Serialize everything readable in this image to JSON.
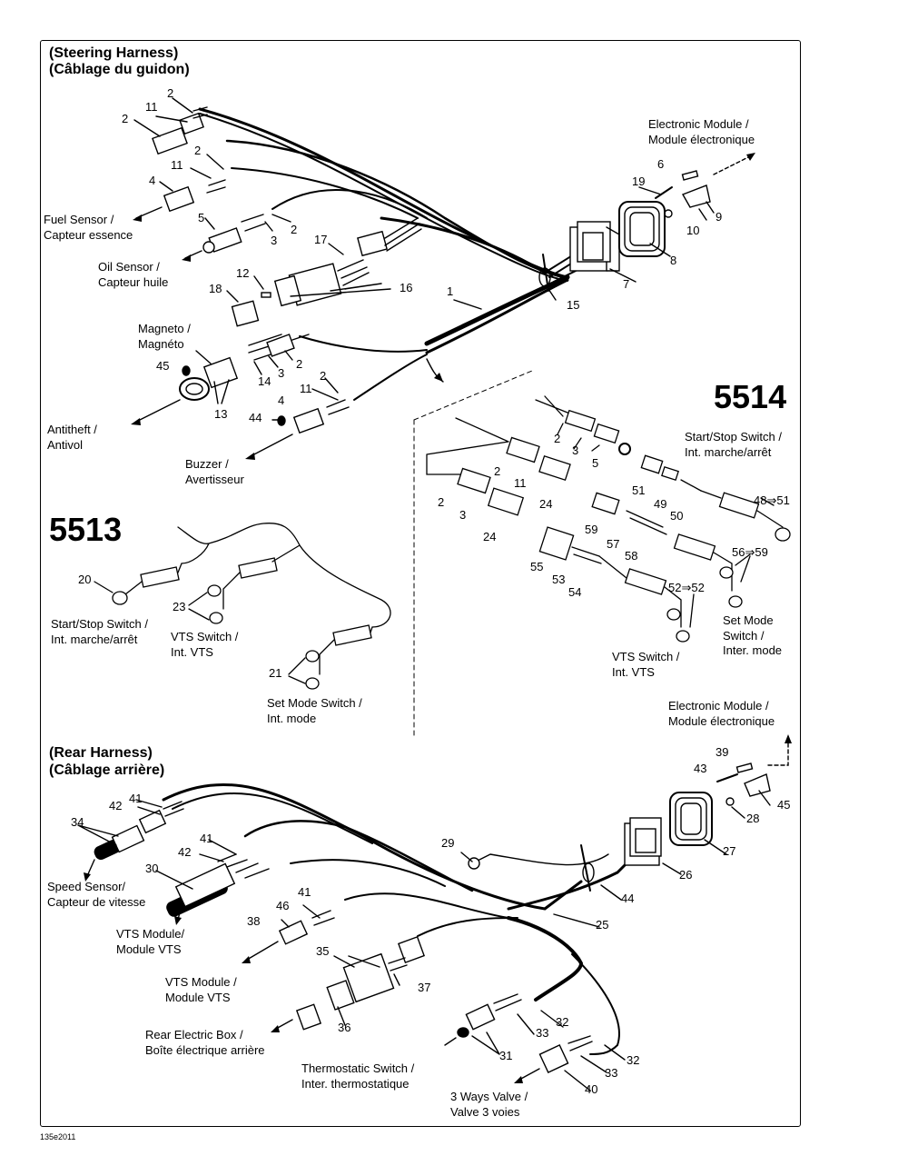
{
  "sections": {
    "steering_title_en": "(Steering Harness)",
    "steering_title_fr": "(Câblage du guidon)",
    "rear_title_en": "(Rear Harness)",
    "rear_title_fr": "(Câblage arrière)"
  },
  "models": {
    "m5514": "5514",
    "m5513": "5513"
  },
  "labels": {
    "electronic_module_top_1": "Electronic Module /",
    "electronic_module_top_2": "Module électronique",
    "fuel_sensor_1": "Fuel Sensor /",
    "fuel_sensor_2": "Capteur essence",
    "oil_sensor_1": "Oil Sensor /",
    "oil_sensor_2": "Capteur huile",
    "magneto_1": "Magneto /",
    "magneto_2": "Magnéto",
    "antitheft_1": "Antitheft /",
    "antitheft_2": "Antivol",
    "buzzer_1": "Buzzer /",
    "buzzer_2": "Avertisseur",
    "startstop_5514_1": "Start/Stop Switch /",
    "startstop_5514_2": "Int. marche/arrêt",
    "setmode_5514_1": "Set Mode",
    "setmode_5514_2": "Switch /",
    "setmode_5514_3": "Inter. mode",
    "vts_5514_1": "VTS Switch /",
    "vts_5514_2": "Int. VTS",
    "startstop_5513_1": "Start/Stop Switch /",
    "startstop_5513_2": "Int. marche/arrêt",
    "vts_5513_1": "VTS Switch /",
    "vts_5513_2": "Int. VTS",
    "setmode_5513_1": "Set Mode Switch /",
    "setmode_5513_2": "Int. mode",
    "electronic_module_bot_1": "Electronic Module /",
    "electronic_module_bot_2": "Module électronique",
    "speed_sensor_1": "Speed Sensor/",
    "speed_sensor_2": "Capteur de vitesse",
    "vts_module_a_1": "VTS Module/",
    "vts_module_a_2": "Module VTS",
    "vts_module_b_1": "VTS Module /",
    "vts_module_b_2": "Module VTS",
    "rear_box_1": "Rear Electric Box /",
    "rear_box_2": "Boîte électrique arrière",
    "thermo_1": "Thermostatic Switch /",
    "thermo_2": "Inter. thermostatique",
    "valve_1": "3 Ways Valve /",
    "valve_2": "Valve 3 voies"
  },
  "callouts": {
    "c1": "1",
    "c2a": "2",
    "c2b": "2",
    "c2c": "2",
    "c2d": "2",
    "c2e": "2",
    "c3a": "3",
    "c3b": "3",
    "c4a": "4",
    "c4b": "4",
    "c5": "5",
    "c6": "6",
    "c7": "7",
    "c8": "8",
    "c9": "9",
    "c10": "10",
    "c11a": "11",
    "c11b": "11",
    "c11c": "11",
    "c12": "12",
    "c13": "13",
    "c14": "14",
    "c15": "15",
    "c16": "16",
    "c17": "17",
    "c18": "18",
    "c19": "19",
    "c44a": "44",
    "c45a": "45",
    "k2a": "2",
    "k3a": "3",
    "k5": "5",
    "k2b": "2",
    "k11": "11",
    "k2c": "2",
    "k24a": "24",
    "k3b": "3",
    "k24b": "24",
    "k51": "51",
    "k49": "49",
    "k50": "50",
    "k48": "48⇒51",
    "k59": "59",
    "k57": "57",
    "k58": "58",
    "k56": "56⇒59",
    "k55": "55",
    "k53": "53",
    "k54": "54",
    "k52": "52⇒52",
    "s20": "20",
    "s23": "23",
    "s21": "21",
    "r39": "39",
    "r43": "43",
    "r45": "45",
    "r28": "28",
    "r27": "27",
    "r26": "26",
    "r29": "29",
    "r44": "44",
    "r25": "25",
    "r41a": "41",
    "r42a": "42",
    "r34": "34",
    "r41b": "41",
    "r42b": "42",
    "r30": "30",
    "r41c": "41",
    "r46": "46",
    "r38": "38",
    "r35": "35",
    "r37": "37",
    "r36": "36",
    "r32a": "32",
    "r33a": "33",
    "r31": "31",
    "r32b": "32",
    "r33b": "33",
    "r40": "40"
  },
  "footer": {
    "code": "135e2011"
  }
}
